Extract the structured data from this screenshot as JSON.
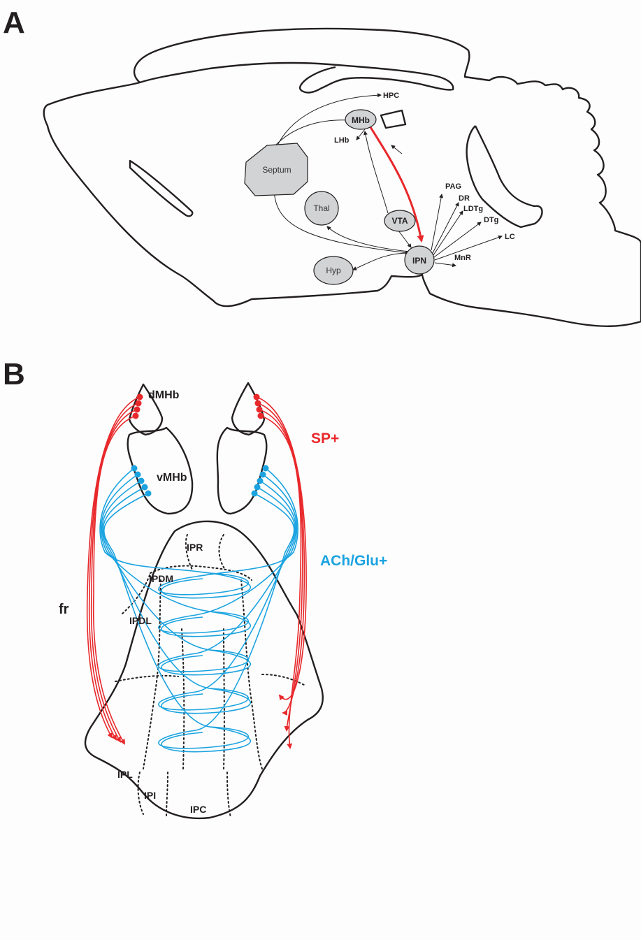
{
  "panel_a": {
    "letter": "A",
    "nodes": {
      "septum": "Septum",
      "thal": "Thal",
      "hyp": "Hyp",
      "vta": "VTA",
      "mhb": "MHb",
      "ipn": "IPN"
    },
    "targets": {
      "hpc": "HPC",
      "lhb": "LHb",
      "pag": "PAG",
      "dr": "DR",
      "ldtg": "LDTg",
      "dtg": "DTg",
      "lc": "LC",
      "mnr": "MnR"
    }
  },
  "panel_b": {
    "letter": "B",
    "dmhb": "dMHb",
    "vmhb": "vMHb",
    "fr": "fr",
    "sp_label": "SP+",
    "ach_label": "ACh/Glu+",
    "subnuclei": {
      "ipr": "IPR",
      "ipdm": "IPDM",
      "ipdl": "IPDL",
      "ipl": "IPL",
      "ipi": "IPI",
      "ipc": "IPC"
    }
  },
  "colors": {
    "sp_red": "#e8282b",
    "ach_blue": "#1aa3e0",
    "node_gray": "#d1d3d4",
    "outline": "#231f20"
  }
}
